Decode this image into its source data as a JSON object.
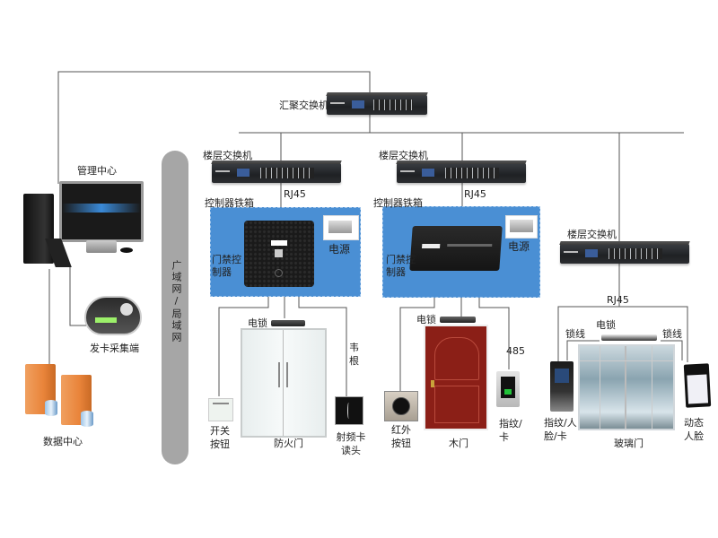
{
  "labels": {
    "core_switch": "汇聚交换机",
    "floor_switch_1": "楼层交换机",
    "floor_switch_2": "楼层交换机",
    "floor_switch_3": "楼层交换机",
    "rj45_1": "RJ45",
    "rj45_2": "RJ45",
    "rj45_3": "RJ45",
    "cabinet_1": "控制器铁箱",
    "cabinet_2": "控制器铁箱",
    "controller_1": "门禁控制器",
    "controller_2": "门禁控制器",
    "power_1": "电源",
    "power_2": "电源",
    "management_center": "管理中心",
    "card_enroller": "发卡采集端",
    "data_center": "数据中心",
    "network": "广域网/局域网",
    "lock_1": "电锁",
    "lock_2": "电锁",
    "lock_3": "电锁",
    "exit_button": "开关按钮",
    "fire_door": "防火门",
    "wiegand": "韦根",
    "rf_reader": "射频卡读头",
    "ir_button": "红外按钮",
    "wood_door": "木门",
    "rs485": "485",
    "fingerprint_card": "指纹/卡",
    "lock_wire_left": "锁线",
    "lock_wire_right": "锁线",
    "fp_face_card": "指纹/人脸/卡",
    "glass_door": "玻璃门",
    "dynamic_face": "动态人脸"
  },
  "colors": {
    "cabinet_blue": "#4a8fd4",
    "network_bar": "#a6a6a6",
    "server_orange": "#e9843a",
    "wood_door": "#8b1f17",
    "fingerprint_green": "#22c33a"
  }
}
